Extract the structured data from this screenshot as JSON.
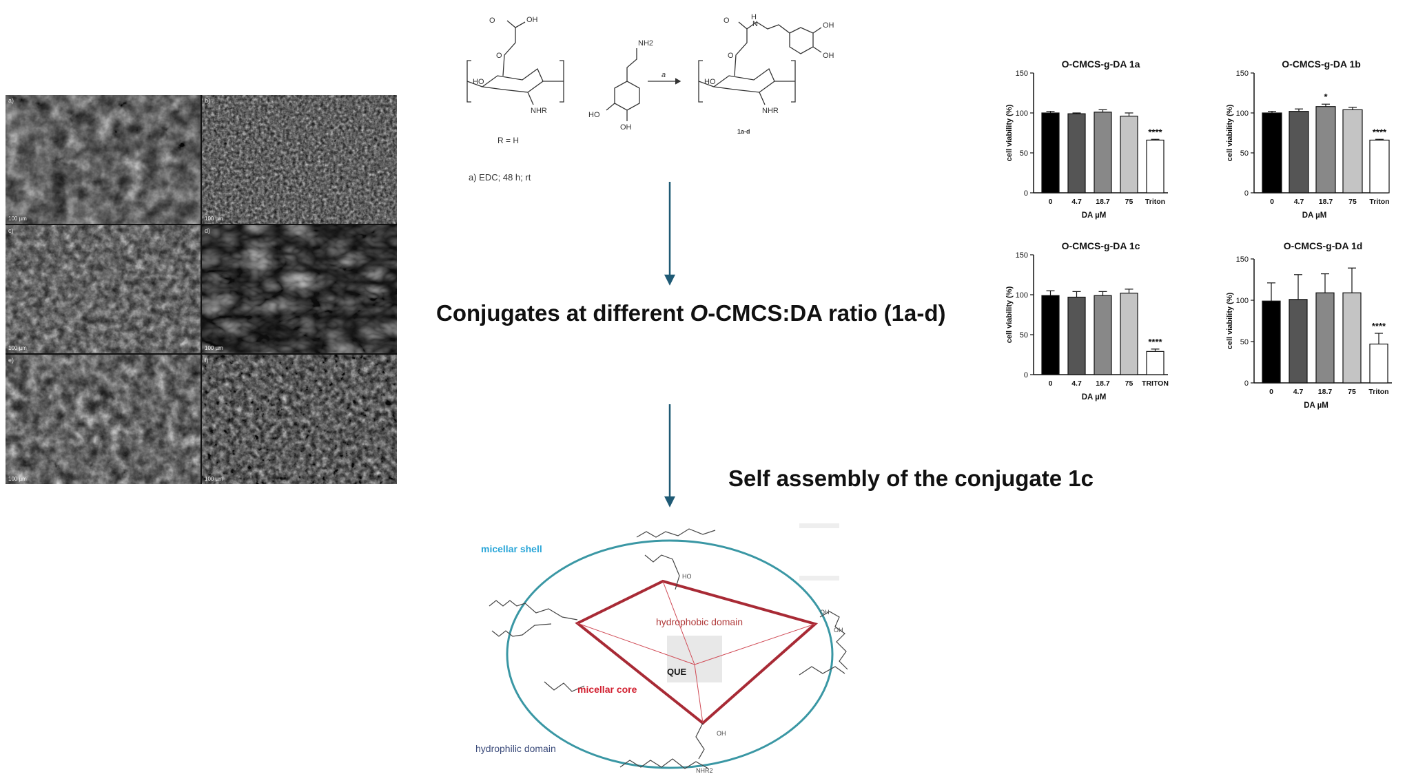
{
  "headlines": {
    "conjugates_pre": "Conjugates at different ",
    "conjugates_italic": "O",
    "conjugates_post": "-CMCS:DA ratio (1a-d)",
    "self_assembly": "Self assembly of the conjugate 1c"
  },
  "sem": {
    "panels": [
      {
        "label": "a)",
        "scale": "100 µm"
      },
      {
        "label": "b)",
        "scale": "100 µm"
      },
      {
        "label": "c)",
        "scale": "100 µm"
      },
      {
        "label": "d)",
        "scale": "100 µm"
      },
      {
        "label": "e)",
        "scale": "100 µm"
      },
      {
        "label": "f)",
        "scale": "100 µm"
      }
    ]
  },
  "reaction": {
    "r_group": "R = H",
    "arrow_label": "a",
    "product_label": "1a-d",
    "conditions": "a)   EDC; 48 h; rt",
    "groups": {
      "oh": "OH",
      "ho": "HO",
      "nhr": "NHR",
      "nh2": "NH2",
      "o": "O",
      "h": "H",
      "n": "N"
    }
  },
  "micelle": {
    "shell_label": "micellar shell",
    "hydrophobic_label": "hydrophobic domain",
    "core_label": "micellar core",
    "hydrophilic_label": "hydrophilic domain",
    "drug_label": "QUE",
    "nhr2_label": "NHR2",
    "colors": {
      "shell": "#3a97a4",
      "core": "#a82a35",
      "shell_text": "#2aa6d8",
      "core_text": "#d21f2f",
      "hydrophobic_text": "#b03a3a",
      "hydrophilic_text": "#3a4a7a"
    }
  },
  "chart_data": [
    {
      "type": "bar",
      "title": "O-CMCS-g-DA 1a",
      "title_italic": "O",
      "title_italic2": "g",
      "categories": [
        "0",
        "4.7",
        "18.7",
        "75",
        "Triton"
      ],
      "values": [
        100,
        99,
        101,
        96,
        66
      ],
      "errors": [
        2,
        1,
        3,
        4,
        1
      ],
      "significance": [
        "",
        "",
        "",
        "",
        "****"
      ],
      "xlabel": "DA µM",
      "ylabel": "cell viability (%)",
      "ylim": [
        0,
        150
      ],
      "yticks": [
        "0",
        "50",
        "100",
        "150"
      ]
    },
    {
      "type": "bar",
      "title": "O-CMCS-g-DA 1b",
      "title_italic": "O",
      "title_italic2": "g",
      "categories": [
        "0",
        "4.7",
        "18.7",
        "75",
        "Triton"
      ],
      "values": [
        100,
        102,
        108,
        104,
        66
      ],
      "errors": [
        2,
        3,
        3,
        3,
        1
      ],
      "significance": [
        "",
        "",
        "*",
        "",
        "****"
      ],
      "xlabel": "DA µM",
      "ylabel": "cell viability (%)",
      "ylim": [
        0,
        150
      ],
      "yticks": [
        "0",
        "50",
        "100",
        "150"
      ]
    },
    {
      "type": "bar",
      "title": "O-CMCS-g-DA 1c",
      "title_italic": "O",
      "title_italic2": "g",
      "categories": [
        "0",
        "4.7",
        "18.7",
        "75",
        "TRITON"
      ],
      "values": [
        99,
        97,
        99,
        102,
        29
      ],
      "errors": [
        6,
        7,
        5,
        5,
        3
      ],
      "significance": [
        "",
        "",
        "",
        "",
        "****"
      ],
      "xlabel": "DA µM",
      "ylabel": "cell viability (%)",
      "ylim": [
        0,
        150
      ],
      "yticks": [
        "0",
        "50",
        "100",
        "150"
      ]
    },
    {
      "type": "bar",
      "title": "O-CMCS-g-DA 1d",
      "title_italic": "O",
      "title_italic2": "g",
      "categories": [
        "0",
        "4.7",
        "18.7",
        "75",
        "Triton"
      ],
      "values": [
        99,
        101,
        109,
        109,
        47
      ],
      "errors": [
        22,
        30,
        23,
        30,
        13
      ],
      "significance": [
        "",
        "",
        "",
        "",
        "****"
      ],
      "xlabel": "DA µM",
      "ylabel": "cell viability (%)",
      "ylim": [
        0,
        150
      ],
      "yticks": [
        "0",
        "50",
        "100",
        "150"
      ]
    }
  ]
}
